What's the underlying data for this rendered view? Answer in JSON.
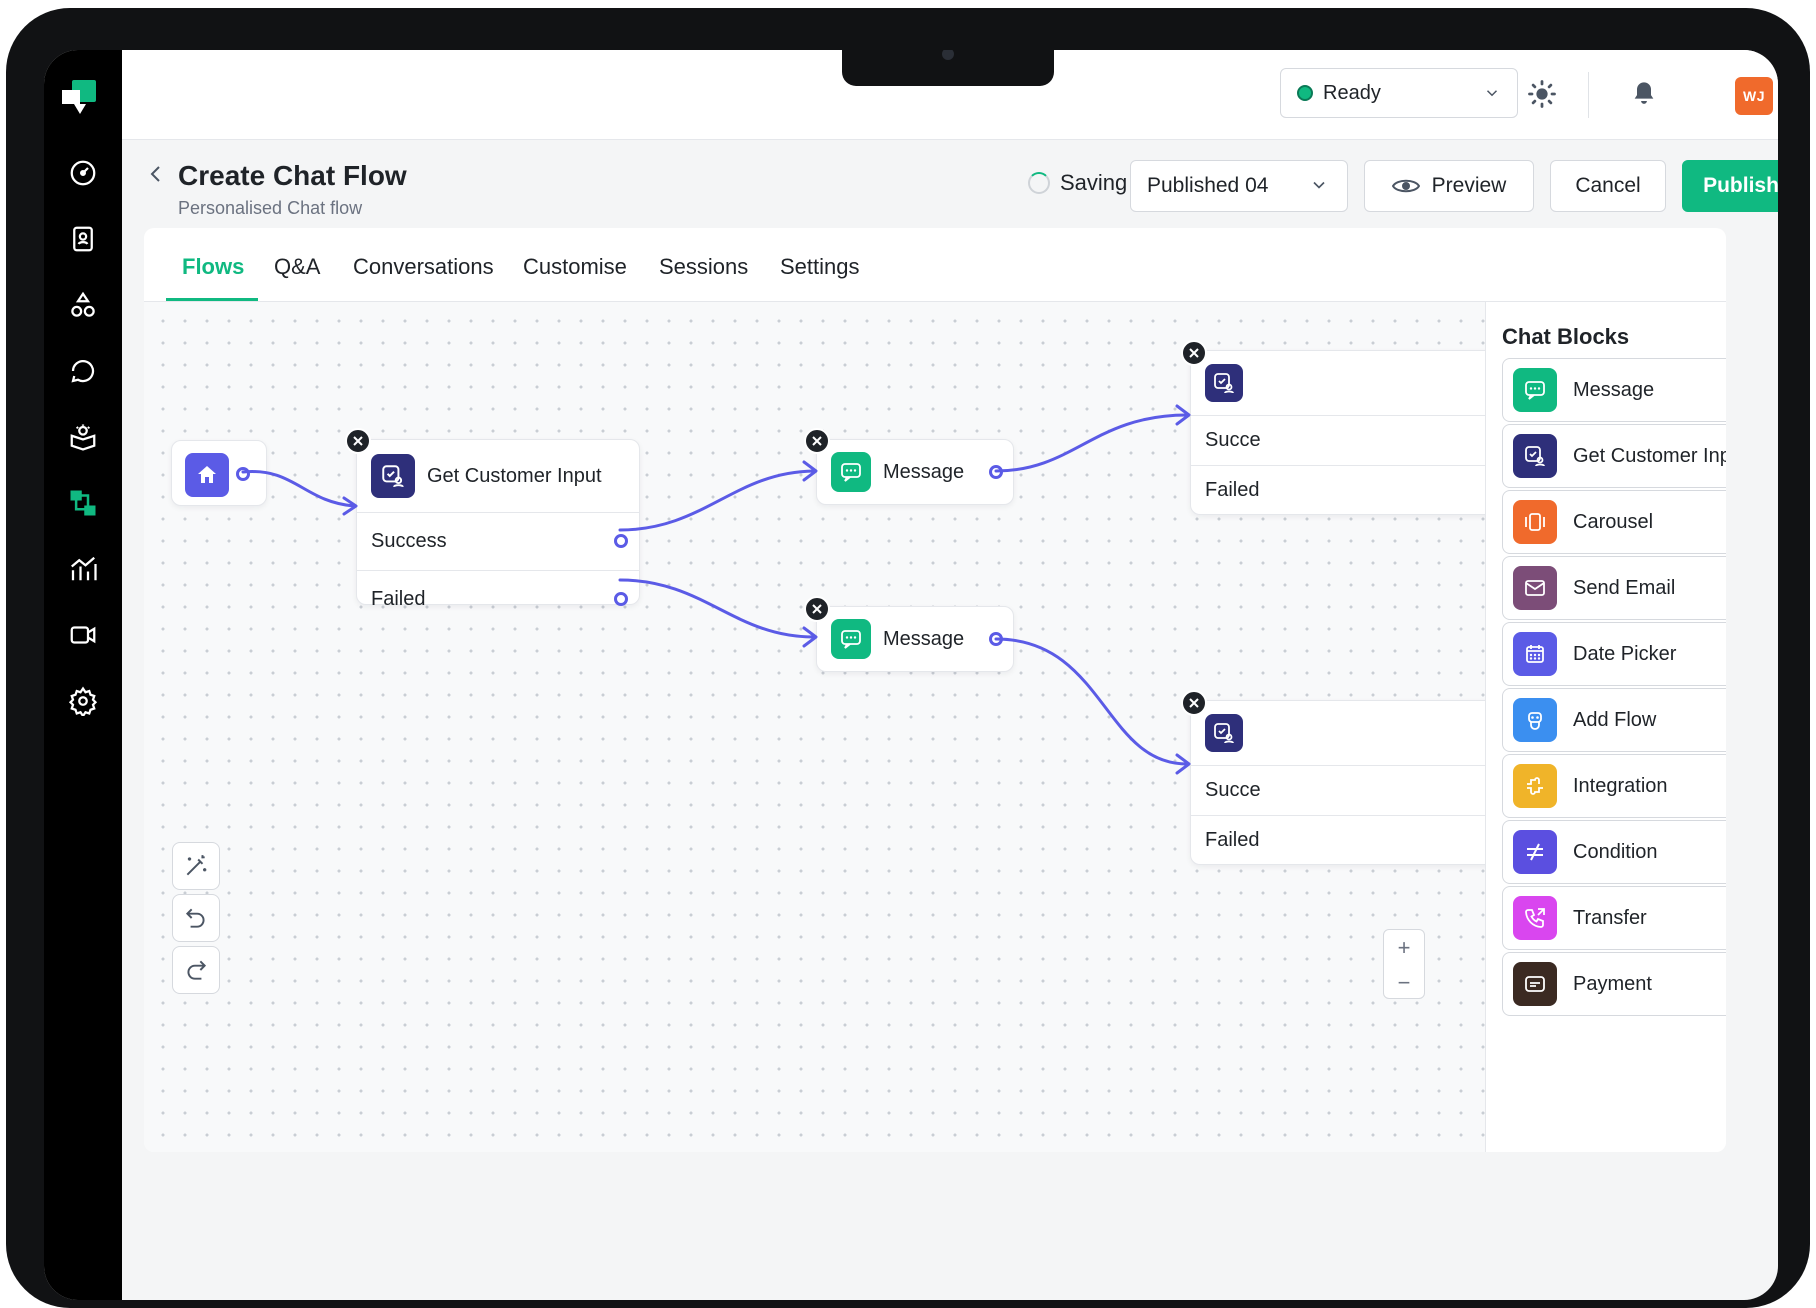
{
  "header": {
    "status": "Ready",
    "avatar_initials": "WJ"
  },
  "page": {
    "title": "Create Chat Flow",
    "subtitle": "Personalised Chat flow",
    "saving_label": "Saving",
    "version_label": "Published 04",
    "preview_label": "Preview",
    "cancel_label": "Cancel",
    "publish_label": "Publish"
  },
  "tabs": [
    {
      "label": "Flows",
      "active": true
    },
    {
      "label": "Q&A"
    },
    {
      "label": "Conversations"
    },
    {
      "label": "Customise"
    },
    {
      "label": "Sessions"
    },
    {
      "label": "Settings"
    }
  ],
  "flow": {
    "get_input": {
      "title": "Get Customer Input",
      "success": "Success",
      "failed": "Failed"
    },
    "message_top": {
      "title": "Message"
    },
    "message_bottom": {
      "title": "Message"
    },
    "right_top": {
      "success": "Succe",
      "failed": "Failed"
    },
    "right_bottom": {
      "success": "Succe",
      "failed": "Failed"
    }
  },
  "zoom": {
    "in": "+",
    "out": "−"
  },
  "blocks": {
    "title": "Chat Blocks",
    "items": [
      {
        "label": "Message",
        "icon": "chat-bubble-icon",
        "color": "#10b981"
      },
      {
        "label": "Get Customer Input",
        "icon": "user-check-icon",
        "color": "#2e2f7a"
      },
      {
        "label": "Carousel",
        "icon": "carousel-icon",
        "color": "#f06a2c"
      },
      {
        "label": "Send Email",
        "icon": "mail-icon",
        "color": "#7c4d78"
      },
      {
        "label": "Date Picker",
        "icon": "calendar-icon",
        "color": "#5b5be6"
      },
      {
        "label": "Add Flow",
        "icon": "robot-icon",
        "color": "#3b8ff0"
      },
      {
        "label": "Integration",
        "icon": "integration-icon",
        "color": "#f0b429"
      },
      {
        "label": "Condition",
        "icon": "not-equal-icon",
        "color": "#5b4fe0"
      },
      {
        "label": "Transfer",
        "icon": "phone-icon",
        "color": "#d946ef"
      },
      {
        "label": "Payment",
        "icon": "payment-icon",
        "color": "#3b2a22"
      }
    ]
  },
  "colors": {
    "accent": "#10b981",
    "wire": "#5b5be6"
  }
}
